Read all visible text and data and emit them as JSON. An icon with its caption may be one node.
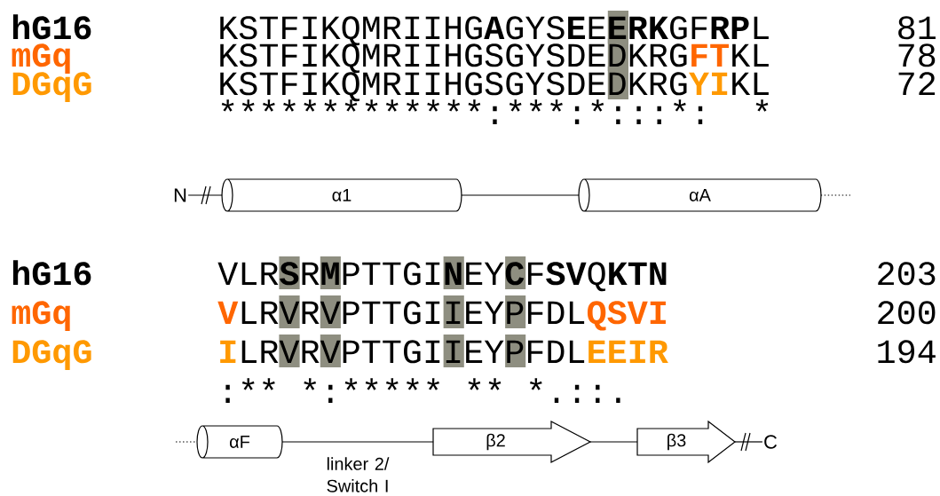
{
  "diagram": {
    "nodes": [
      {
        "text": [
          "N"
        ]
      },
      {
        "text": [
          "α1"
        ]
      },
      {
        "text": [
          "αA"
        ]
      },
      {
        "text": [
          "αF"
        ]
      },
      {
        "text": [
          "β2"
        ]
      },
      {
        "text": [
          "β3"
        ]
      },
      {
        "text": [
          "C"
        ]
      }
    ],
    "edges": [
      {
        "from": 0,
        "to": 1,
        "arrow": "none"
      },
      {
        "from": 1,
        "to": 2,
        "arrow": "none"
      },
      {
        "from": 2,
        "to": null,
        "arrow": "none",
        "style": "dashed"
      },
      {
        "from": null,
        "to": 3,
        "arrow": "none",
        "style": "dashed"
      },
      {
        "from": 3,
        "to": 4,
        "arrow": "none"
      },
      {
        "from": 4,
        "to": 5,
        "arrow": "none"
      },
      {
        "from": 5,
        "to": 6,
        "arrow": "none"
      }
    ],
    "labels": [
      "hG16",
      "KSTFIKQMRIIHG**A**GYS**E**E**ERK**GF**RP**L",
      "81",
      "mGq",
      "KSTFIKQMRIIHGSGYSDEDKRG**FT**KL",
      "78",
      "DGqG",
      "KSTFIKQMRIIHGSGYSDEDKRG**YI**KL",
      "72",
      "*",
      "*",
      "*",
      "*",
      "*",
      "*",
      "*",
      "*",
      "*",
      "*",
      "*",
      "*",
      "*",
      ":",
      "*",
      "*",
      "*",
      ":",
      "*",
      ":",
      ":",
      ":",
      "*",
      ":",
      "*",
      "hG16",
      "VLR**S**R**M**PTTGI**N**EY**C**F**SV**Q**KTN**",
      "203",
      "mGq",
      "**V**LRVRVPTTGIIEYPFDL**QSVI**",
      "200",
      "DGqG",
      "**I**LRVRVPTTGIIEYPFDL**EEIR**",
      "194",
      ":",
      "*",
      "*",
      "*",
      ":",
      "*",
      "*",
      "*",
      "*",
      "*",
      "*",
      "*",
      "*",
      ".",
      ":",
      ":",
      ".",
      "linker 2/ Switch I"
    ]
  }
}
